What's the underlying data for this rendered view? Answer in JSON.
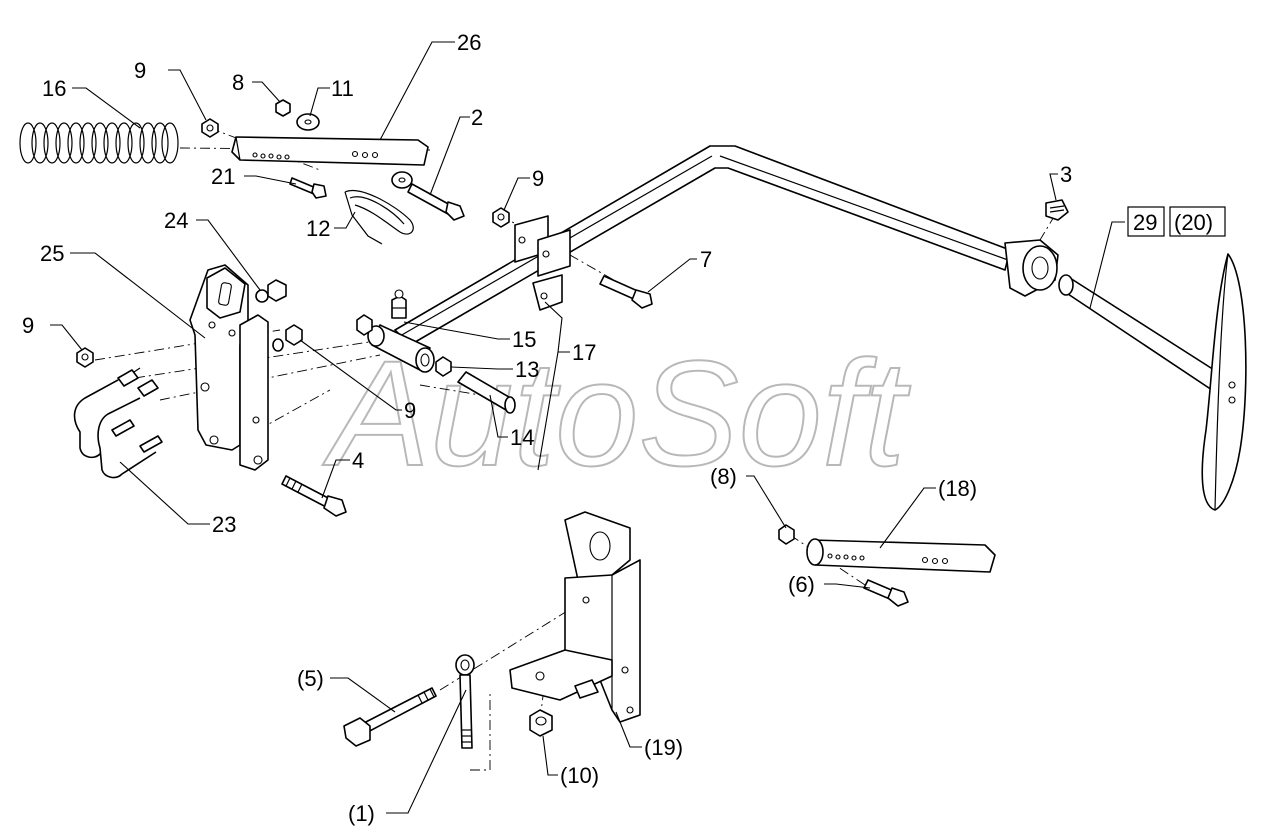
{
  "watermark": "AutoSoft",
  "callouts": [
    {
      "id": "c16",
      "text": "16"
    },
    {
      "id": "c9a",
      "text": "9"
    },
    {
      "id": "c8",
      "text": "8"
    },
    {
      "id": "c11",
      "text": "11"
    },
    {
      "id": "c26",
      "text": "26"
    },
    {
      "id": "c2",
      "text": "2"
    },
    {
      "id": "c21",
      "text": "21"
    },
    {
      "id": "c12",
      "text": "12"
    },
    {
      "id": "c9b",
      "text": "9"
    },
    {
      "id": "c3",
      "text": "3"
    },
    {
      "id": "c29",
      "text": "29"
    },
    {
      "id": "c20",
      "text": "(20)"
    },
    {
      "id": "c24",
      "text": "24"
    },
    {
      "id": "c25",
      "text": "25"
    },
    {
      "id": "c7",
      "text": "7"
    },
    {
      "id": "c9c",
      "text": "9"
    },
    {
      "id": "c15",
      "text": "15"
    },
    {
      "id": "c17",
      "text": "17"
    },
    {
      "id": "c13",
      "text": "13"
    },
    {
      "id": "c9d",
      "text": "9"
    },
    {
      "id": "c14",
      "text": "14"
    },
    {
      "id": "c4",
      "text": "4"
    },
    {
      "id": "c23",
      "text": "23"
    },
    {
      "id": "c8p",
      "text": "(8)"
    },
    {
      "id": "c18",
      "text": "(18)"
    },
    {
      "id": "c6",
      "text": "(6)"
    },
    {
      "id": "c5",
      "text": "(5)"
    },
    {
      "id": "c19",
      "text": "(19)"
    },
    {
      "id": "c10",
      "text": "(10)"
    },
    {
      "id": "c1",
      "text": "(1)"
    }
  ]
}
